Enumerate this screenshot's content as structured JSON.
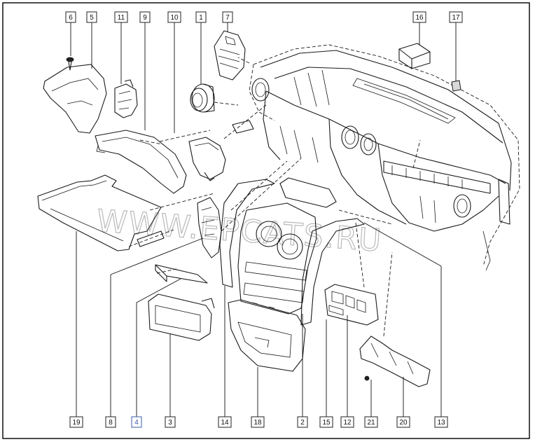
{
  "watermark": "WWW.EPCATS.RU",
  "callouts": [
    {
      "id": "c6",
      "label": "6"
    },
    {
      "id": "c5",
      "label": "5"
    },
    {
      "id": "c11",
      "label": "11"
    },
    {
      "id": "c9",
      "label": "9"
    },
    {
      "id": "c10",
      "label": "10"
    },
    {
      "id": "c1",
      "label": "1"
    },
    {
      "id": "c7",
      "label": "7"
    },
    {
      "id": "c16",
      "label": "16"
    },
    {
      "id": "c17",
      "label": "17"
    },
    {
      "id": "c19",
      "label": "19"
    },
    {
      "id": "c8",
      "label": "8"
    },
    {
      "id": "c4",
      "label": "4"
    },
    {
      "id": "c3",
      "label": "3"
    },
    {
      "id": "c14",
      "label": "14"
    },
    {
      "id": "c18",
      "label": "18"
    },
    {
      "id": "c2",
      "label": "2"
    },
    {
      "id": "c15",
      "label": "15"
    },
    {
      "id": "c12",
      "label": "12"
    },
    {
      "id": "c21",
      "label": "21"
    },
    {
      "id": "c20",
      "label": "20"
    },
    {
      "id": "c13",
      "label": "13"
    }
  ],
  "highlight_color": "#3a5ea8"
}
